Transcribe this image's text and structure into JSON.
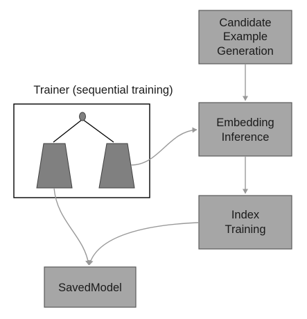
{
  "diagram": {
    "trainer_caption": "Trainer (sequential training)",
    "nodes": {
      "candidate_generation": {
        "lines": [
          "Candidate",
          "Example",
          "Generation"
        ]
      },
      "embedding_inference": {
        "lines": [
          "Embedding",
          "Inference"
        ]
      },
      "index_training": {
        "lines": [
          "Index",
          "Training"
        ]
      },
      "saved_model": {
        "lines": [
          "SavedModel"
        ]
      }
    },
    "colors": {
      "box_fill": "#a6a6a6",
      "box_stroke": "#595959",
      "arrow": "#999999",
      "tower_fill": "#808080",
      "tower_stroke": "#3f3f3f",
      "trainer_stroke": "#000000"
    }
  }
}
